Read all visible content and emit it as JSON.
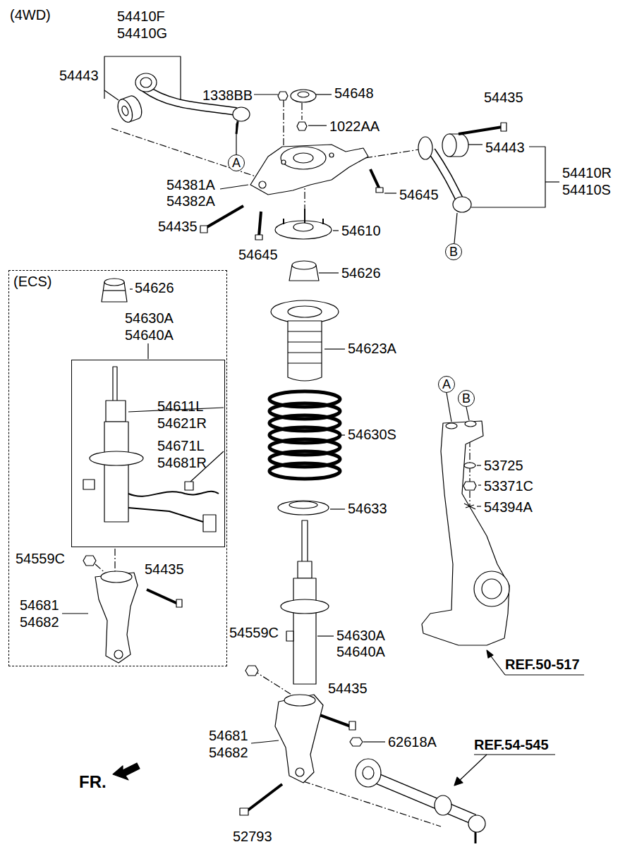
{
  "diagram": {
    "nodes": [
      {
        "text": [
          "A"
        ]
      },
      {
        "text": [
          "B"
        ]
      },
      {
        "text": [
          "(ECS)"
        ]
      },
      {
        "text": [
          "54611L",
          "54621R",
          "54671L",
          "54681R"
        ],
        "in": 2
      },
      {
        "text": [
          "A"
        ]
      },
      {
        "text": [
          "B"
        ]
      }
    ],
    "labels": [
      "(4WD)",
      "54410F",
      "54410G",
      "54443",
      "1338BB",
      "54648",
      "1022AA",
      "54435",
      "54443",
      "54410R",
      "54410S",
      "54381A",
      "54382A",
      "54645",
      "54435",
      "54610",
      "54645",
      "54626",
      "54626",
      "54630A",
      "54640A",
      "54623A",
      "54630S",
      "54633",
      "53725",
      "53371C",
      "54394A",
      "54559C",
      "54435",
      "54681",
      "54682",
      "54559C",
      "54630A",
      "54640A",
      "REF.50-517",
      "54435",
      "54681",
      "54682",
      "62618A",
      "REF.54-545",
      "FR.",
      "52793"
    ]
  }
}
